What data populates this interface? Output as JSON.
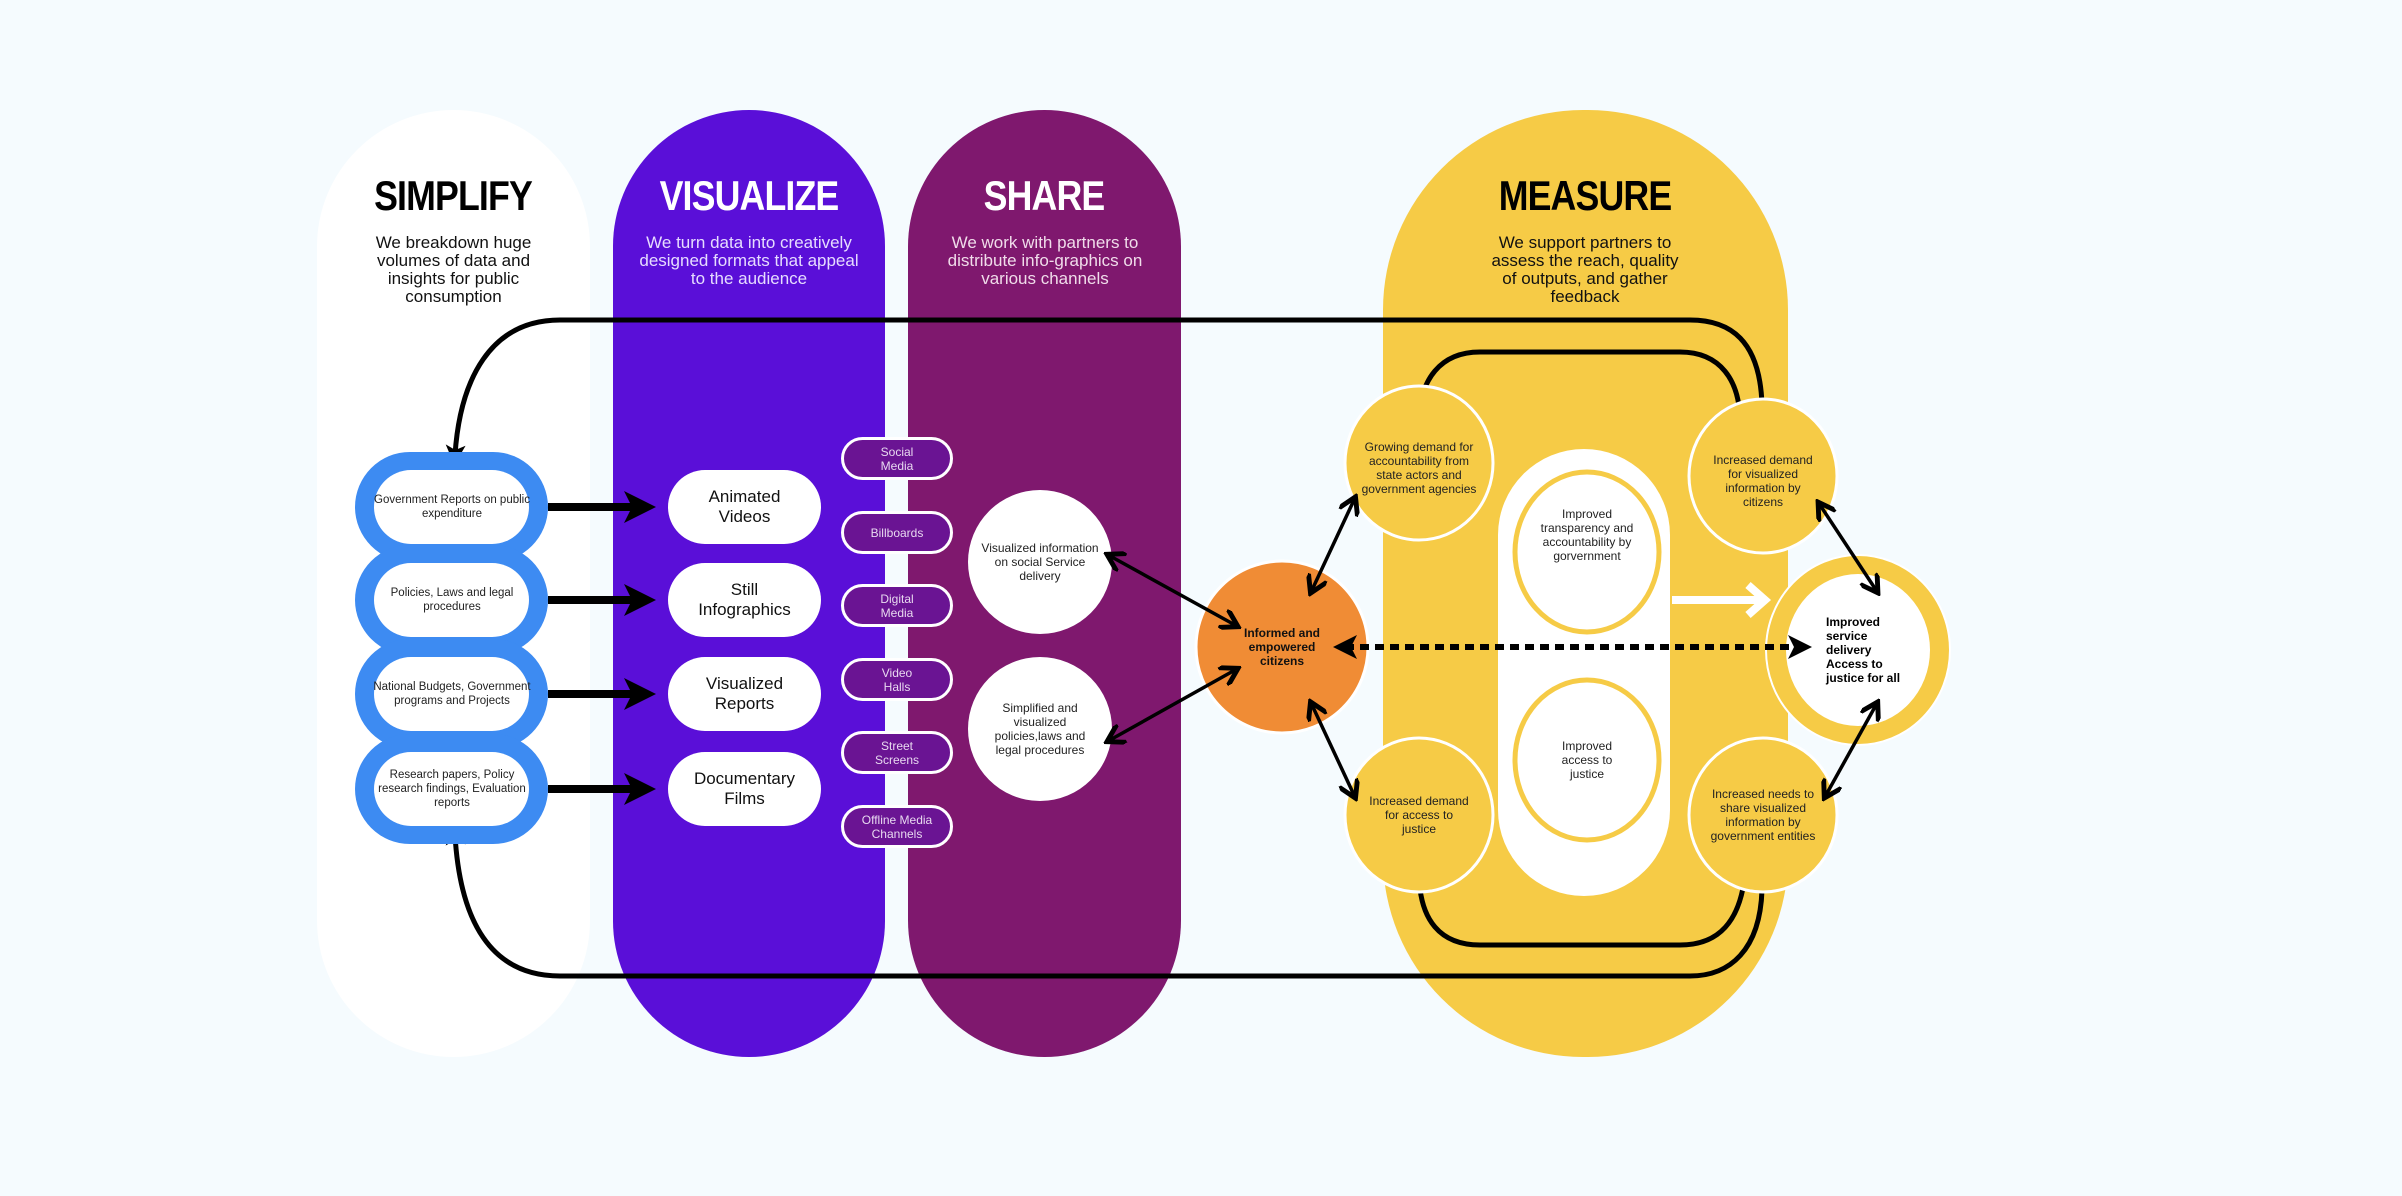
{
  "columns": {
    "simplify": {
      "title": "SIMPLIFY",
      "description": "We breakdown huge volumes of data and insights for public consumption"
    },
    "visualize": {
      "title": "VISUALIZE",
      "description": "We turn data into creatively designed formats that appeal to the audience"
    },
    "share": {
      "title": "SHARE",
      "description": "We work with partners to distribute info-graphics on various channels"
    },
    "measure": {
      "title": "MEASURE",
      "description": "We support partners to assess the reach, quality of outputs, and gather feedback"
    }
  },
  "sources": [
    "Government Reports on public expenditure",
    "Policies, Laws and legal procedures",
    "National Budgets, Government programs and Projects",
    "Research papers, Policy research findings, Evaluation reports"
  ],
  "formats": [
    "Animated Videos",
    "Still Infographics",
    "Visualized Reports",
    "Documentary Films"
  ],
  "channels": [
    "Social Media",
    "Billboards",
    "Digital Media",
    "Video Halls",
    "Street Screens",
    "Offline Media Channels"
  ],
  "share_outputs": [
    "Visualized information on social Service delivery",
    "Simplified and visualized policies,laws and legal procedures"
  ],
  "center": "Informed and empowered citizens",
  "measure_nodes": {
    "top_left": "Growing demand for accountability from state actors and government agencies",
    "top_right": "Increased demand for visualized information by citizens",
    "bottom_left": "Increased demand for access to justice",
    "bottom_right": "Increased needs to share visualized information by government entities",
    "inner_top": "Improved transparency and accountability by gorvernment",
    "inner_bottom": "Improved access to justice"
  },
  "outcome": "Improved service delivery Access to justice for all",
  "colors": {
    "visualize": "#5a0fd8",
    "share": "#7f186e",
    "measure": "#f6cb46",
    "source_ring": "#3d8bf2",
    "center": "#f08c35"
  }
}
